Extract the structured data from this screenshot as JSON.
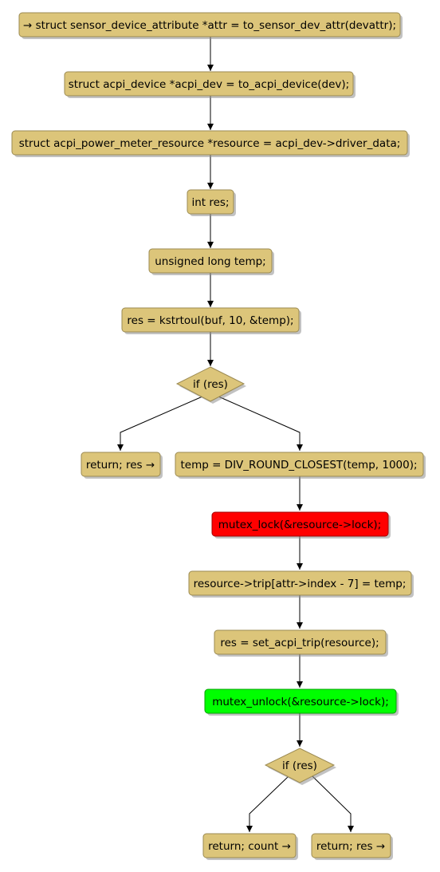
{
  "colors": {
    "node_fill": "#dcc57a",
    "node_border": "#9b8a52",
    "lock_fill": "#ff0000",
    "unlock_fill": "#00ff00",
    "edge": "#000000"
  },
  "nodes": {
    "n1": "→ struct sensor_device_attribute *attr = to_sensor_dev_attr(devattr);",
    "n2": "struct acpi_device *acpi_dev = to_acpi_device(dev);",
    "n3": "struct acpi_power_meter_resource *resource = acpi_dev->driver_data;",
    "n4": "int res;",
    "n5": "unsigned long temp;",
    "n6": "res = kstrtoul(buf, 10, &temp);",
    "d1": "if (res)",
    "r1": "return; res →",
    "n7": "temp = DIV_ROUND_CLOSEST(temp, 1000);",
    "n8": "mutex_lock(&resource->lock);",
    "n9": "resource->trip[attr->index - 7] = temp;",
    "n10": "res = set_acpi_trip(resource);",
    "n11": "mutex_unlock(&resource->lock);",
    "d2": "if (res)",
    "r2": "return; count →",
    "r3": "return; res →"
  }
}
